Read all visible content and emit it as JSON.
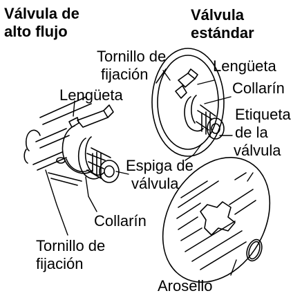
{
  "labels": {
    "high_flow_title_1": "Válvula de",
    "high_flow_title_2": "alto flujo",
    "standard_title_1": "Válvula",
    "standard_title_2": "estándar",
    "set_screw_top_1": "Tornillo de",
    "set_screw_top_2": "fijación",
    "tab_right": "Lengüeta",
    "collar_right": "Collarín",
    "tab_left": "Lengüeta",
    "valve_label_1": "Etiqueta",
    "valve_label_2": "de la",
    "valve_label_3": "válvula",
    "stem_1": "Espiga de",
    "stem_2": "válvula",
    "collar_left": "Collarín",
    "set_screw_bottom_1": "Tornillo de",
    "set_screw_bottom_2": "fijación",
    "o_ring": "Arosello"
  },
  "colors": {
    "ink": "#000000",
    "paper": "#ffffff"
  }
}
